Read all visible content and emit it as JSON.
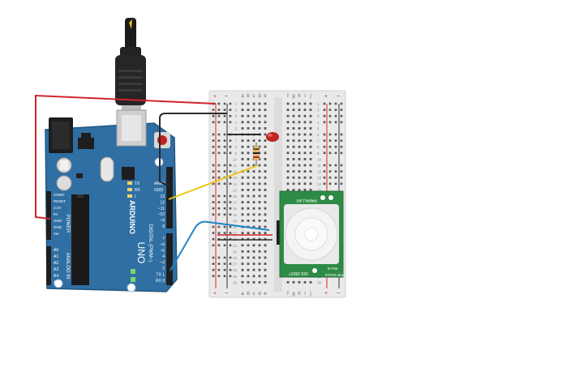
{
  "colors": {
    "board": "#2f6fa3",
    "board_dark": "#23577f",
    "breadboard": "#e9e9e9",
    "rail_red": "#d9292a",
    "rail_black": "#333333",
    "wire_red": "#d0262a",
    "wire_black": "#2a2a2a",
    "wire_yellow": "#f0c419",
    "wire_blue": "#1b86c9",
    "led": "#c0241f",
    "pir_pcb": "#2e8b46"
  },
  "arduino": {
    "brand": "ARDUINO",
    "model": "UNO",
    "section_power": "POWER",
    "section_analog": "ANALOG IN",
    "section_digital": "DIGITAL (PWM~)",
    "aref": "AREF",
    "gnd": "GND",
    "tx": "TX",
    "rx": "RX",
    "led_l": "L",
    "power_pins": [
      "IOREF",
      "RESET",
      "3.3V",
      "5V",
      "GND",
      "GND",
      "Vin"
    ],
    "analog_pins": [
      "A0",
      "A1",
      "A2",
      "A3",
      "A4",
      "A5"
    ],
    "digital_pins": [
      "13",
      "12",
      "~11",
      "~10",
      "~9",
      "8",
      "7",
      "~6",
      "~5",
      "4",
      "~3",
      "2",
      "TX 1",
      "RX 0"
    ]
  },
  "breadboard": {
    "columns_left": [
      "a",
      "b",
      "c",
      "d",
      "e"
    ],
    "columns_right": [
      "f",
      "g",
      "h",
      "i",
      "j"
    ],
    "rail_plus": "+",
    "rail_minus": "−",
    "rows": [
      "1",
      "2",
      "3",
      "4",
      "5",
      "6",
      "7",
      "8",
      "9",
      "10",
      "11",
      "12",
      "13",
      "14",
      "15",
      "16",
      "17",
      "18",
      "19",
      "20",
      "21",
      "22",
      "23",
      "24",
      "25",
      "26",
      "27",
      "28",
      "29",
      "30"
    ]
  },
  "pir": {
    "brand": "PARALLAX",
    "part": "555-28027",
    "name": "PIR Sensor",
    "rev": "Rev B"
  }
}
